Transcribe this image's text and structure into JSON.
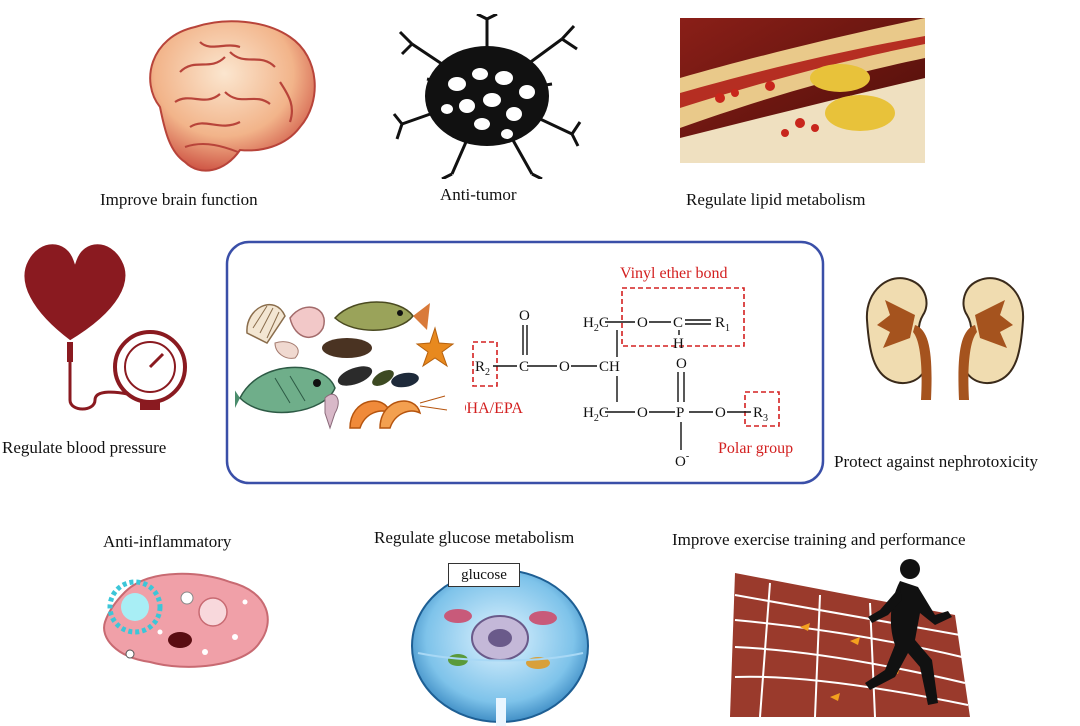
{
  "effects": {
    "brain": "Improve brain function",
    "tumor": "Anti-tumor",
    "lipid": "Regulate  lipid metabolism",
    "blood_pressure": "Regulate blood pressure",
    "kidney": "Protect against  nephrotoxicity",
    "inflammatory": "Anti-inflammatory",
    "glucose_metabolism": "Regulate  glucose metabolism",
    "exercise": "Improve exercise training and performance"
  },
  "center": {
    "vinyl_ether_label": "Vinyl ether bond",
    "dha_epa_label": "DHA/EPA",
    "polar_group_label": "Polar group",
    "glucose_tag": "glucose"
  },
  "molecule": {
    "o_top": "O",
    "c_carbonyl": "C",
    "o_ester": "O",
    "ch": "CH",
    "h2c_top": "H",
    "h2c_bottom": "H",
    "o_ether": "O",
    "c_vinyl": "C",
    "h_vinyl": "H",
    "o_phosphate_top": "O",
    "p": "P",
    "o_phosphate_left": "O",
    "o_phosphate_right": "O",
    "o_phosphate_bottom": "O",
    "r1": "R",
    "r2": "R",
    "r3": "R"
  },
  "colors": {
    "accent_red": "#d32020",
    "frame_blue": "#3a4fa8"
  }
}
